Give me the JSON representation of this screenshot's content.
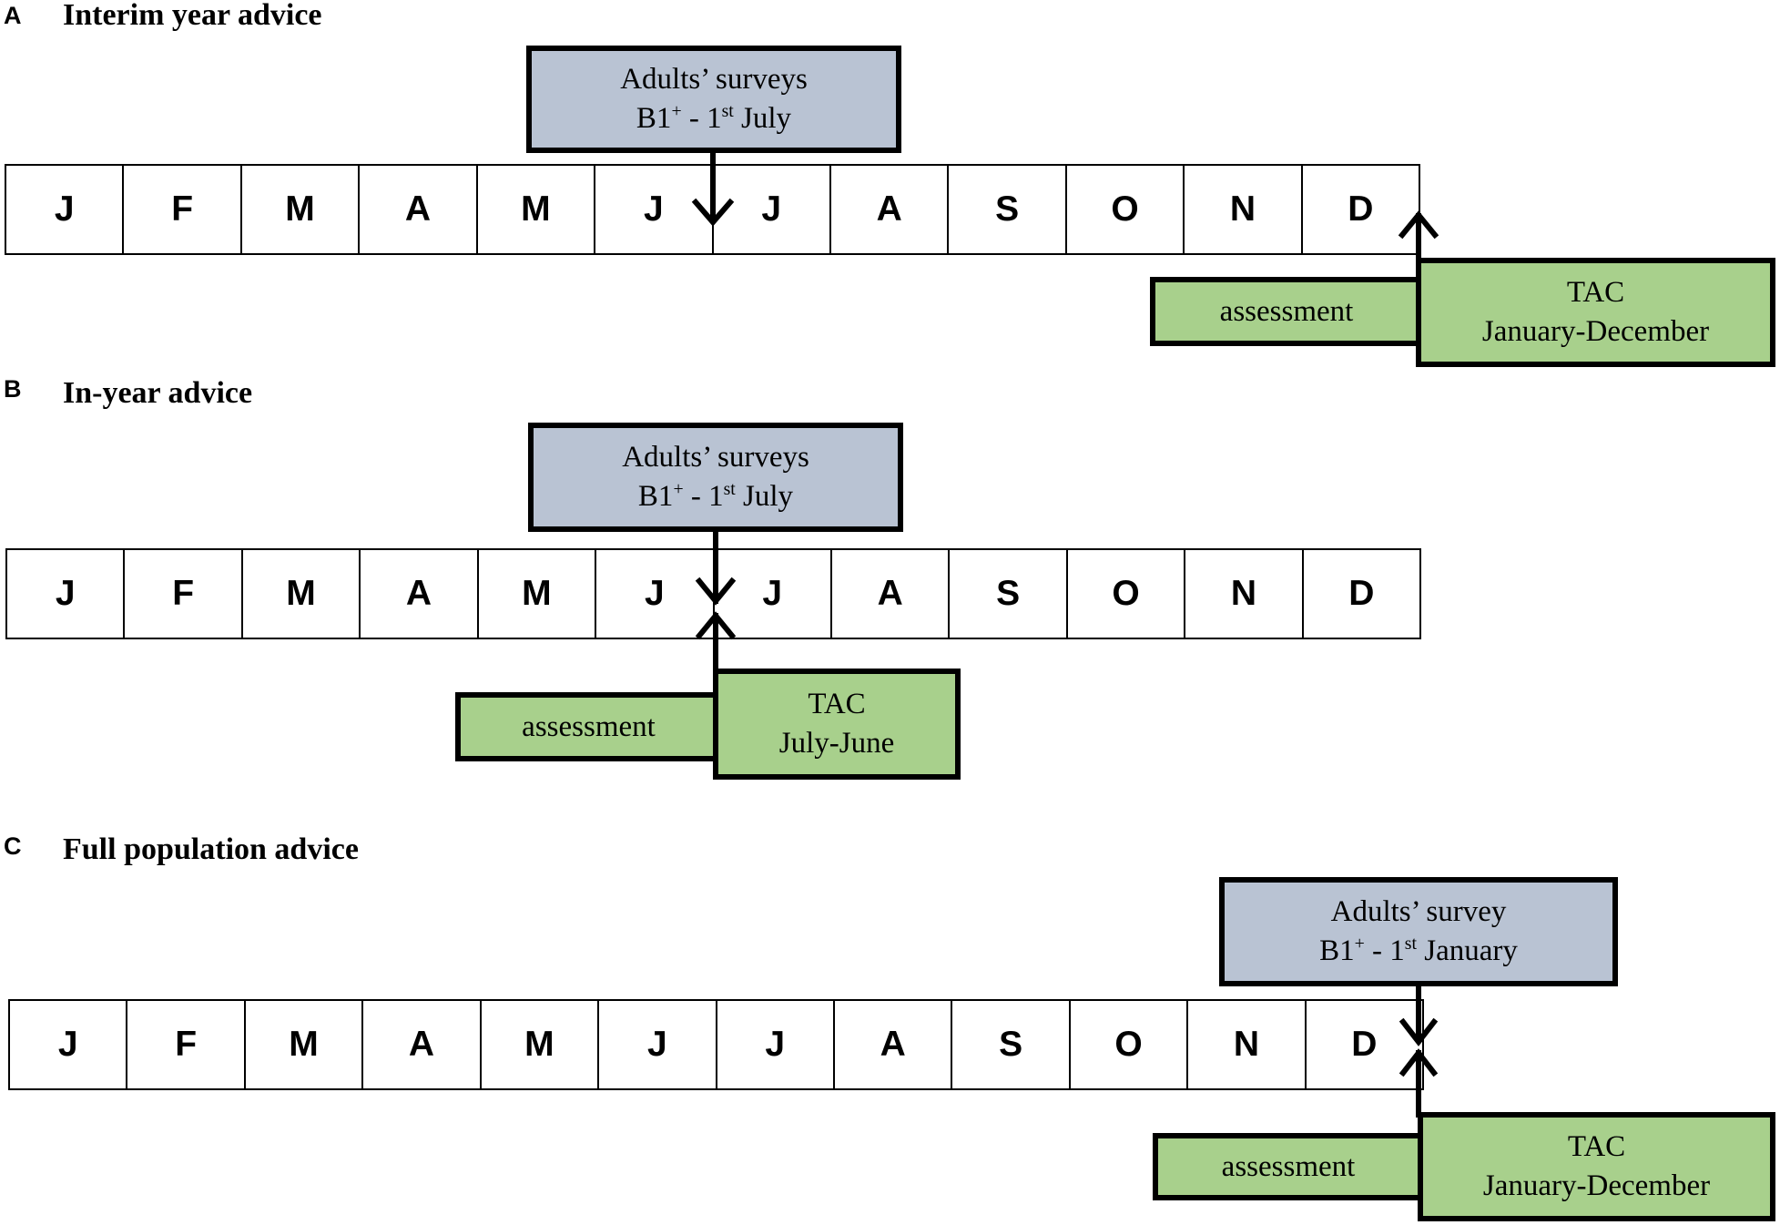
{
  "months": [
    "J",
    "F",
    "M",
    "A",
    "M",
    "J",
    "J",
    "A",
    "S",
    "O",
    "N",
    "D"
  ],
  "panels": {
    "a": {
      "letter": "A",
      "title": "Interim year advice",
      "survey": {
        "line1": "Adults’ surveys",
        "b_prefix": "B1",
        "b_sup": "+",
        "b_mid": " - 1",
        "ord": "st",
        "month": " July"
      },
      "assessment": "assessment",
      "tac": {
        "line1": "TAC",
        "line2": "January-December"
      }
    },
    "b": {
      "letter": "B",
      "title": "In-year advice",
      "survey": {
        "line1": "Adults’ surveys",
        "b_prefix": "B1",
        "b_sup": "+",
        "b_mid": " - 1",
        "ord": "st",
        "month": " July"
      },
      "assessment": "assessment",
      "tac": {
        "line1": "TAC",
        "line2": "July-June"
      }
    },
    "c": {
      "letter": "C",
      "title": "Full population advice",
      "survey": {
        "line1": "Adults’ survey",
        "b_prefix": "B1",
        "b_sup": "+",
        "b_mid": " - 1",
        "ord": "st",
        "month": " January"
      },
      "assessment": "assessment",
      "tac": {
        "line1": "TAC",
        "line2": "January-December"
      }
    }
  },
  "colors": {
    "survey_fill": "#b9c3d3",
    "assessment_fill": "#a8d08c",
    "tac_fill": "#a8d08c"
  }
}
